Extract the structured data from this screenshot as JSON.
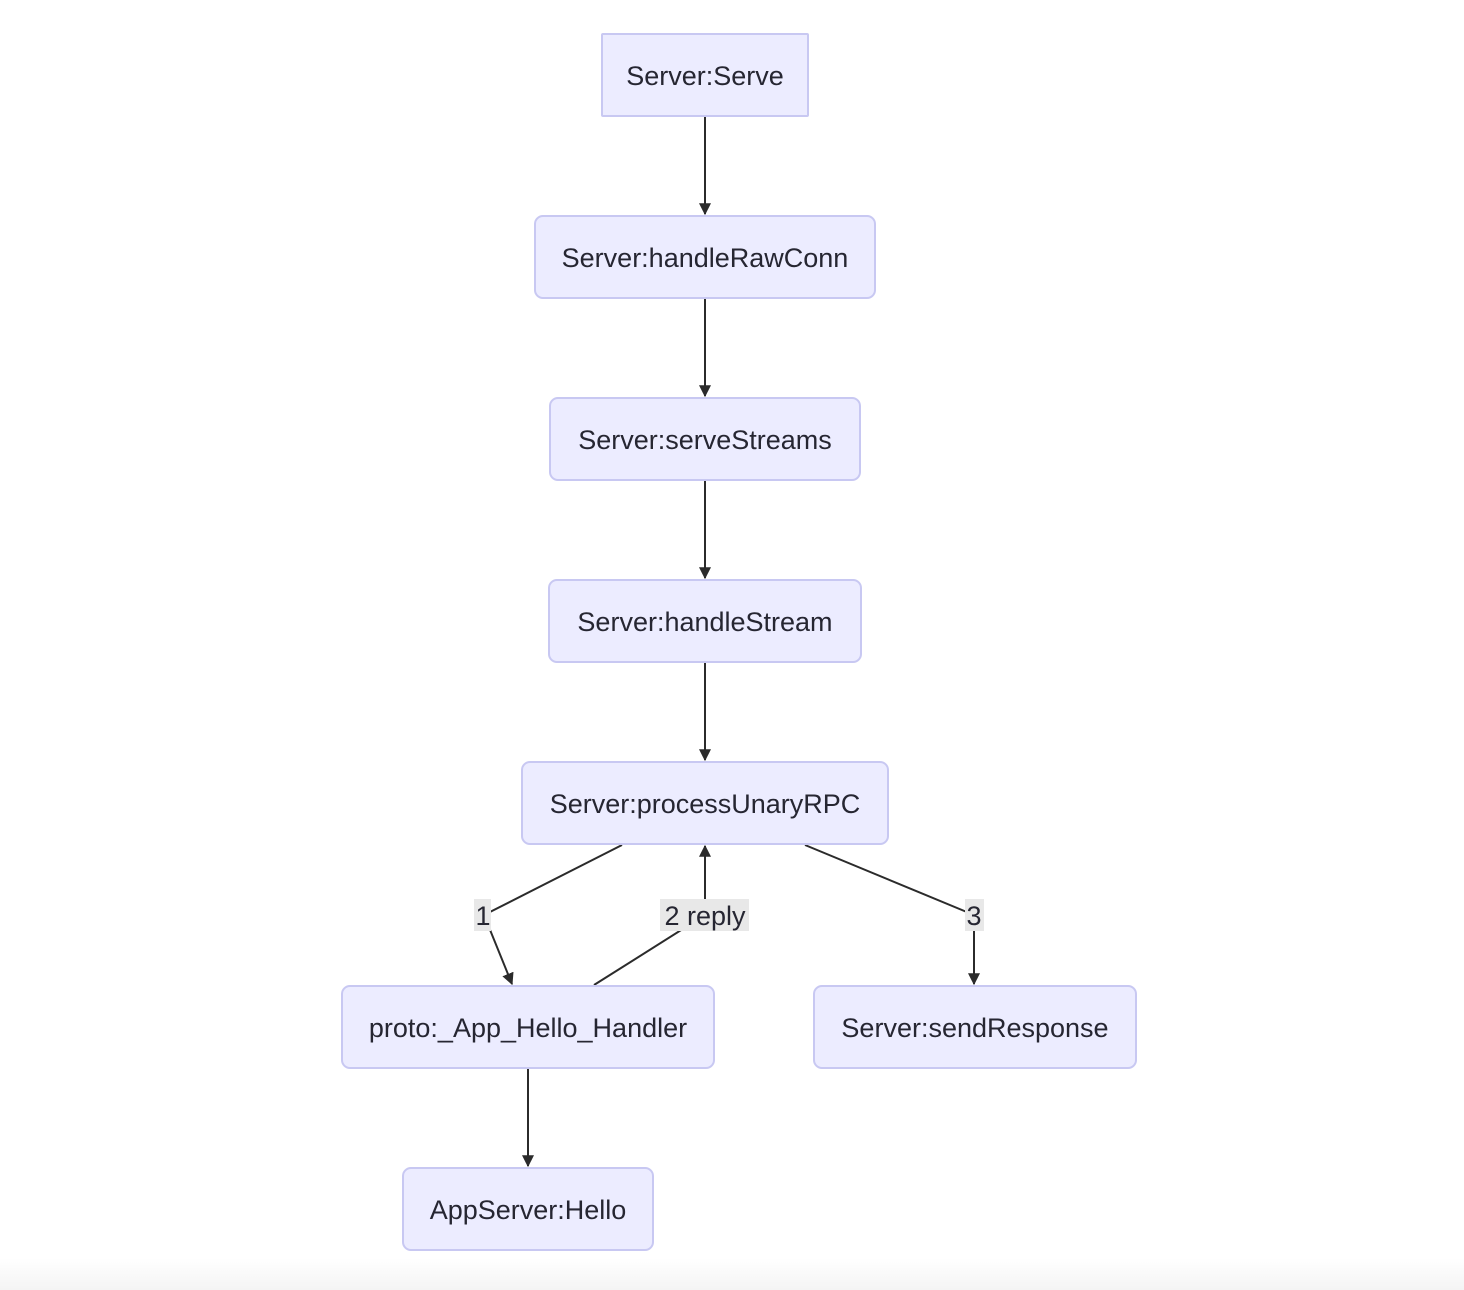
{
  "diagram": {
    "type": "flowchart",
    "colors": {
      "node_fill": "#ececff",
      "node_stroke": "#c8c8f2",
      "edge": "#2b2b2b",
      "label_bg": "#e8e8e8",
      "text": "#262632"
    },
    "nodes": {
      "serve": "Server:Serve",
      "handle_raw_conn": "Server:handleRawConn",
      "serve_streams": "Server:serveStreams",
      "handle_stream": "Server:handleStream",
      "process_unary_rpc": "Server:processUnaryRPC",
      "app_hello_handler": "proto:_App_Hello_Handler",
      "send_response": "Server:sendResponse",
      "app_server_hello": "AppServer:Hello"
    },
    "edges": [
      {
        "from": "Server:Serve",
        "to": "Server:handleRawConn",
        "label": ""
      },
      {
        "from": "Server:handleRawConn",
        "to": "Server:serveStreams",
        "label": ""
      },
      {
        "from": "Server:serveStreams",
        "to": "Server:handleStream",
        "label": ""
      },
      {
        "from": "Server:handleStream",
        "to": "Server:processUnaryRPC",
        "label": ""
      },
      {
        "from": "Server:processUnaryRPC",
        "to": "proto:_App_Hello_Handler",
        "label": "1"
      },
      {
        "from": "proto:_App_Hello_Handler",
        "to": "Server:processUnaryRPC",
        "label": "2 reply"
      },
      {
        "from": "Server:processUnaryRPC",
        "to": "Server:sendResponse",
        "label": "3"
      },
      {
        "from": "proto:_App_Hello_Handler",
        "to": "AppServer:Hello",
        "label": ""
      }
    ],
    "edge_labels": {
      "step1": "1",
      "step2": "2 reply",
      "step3": "3"
    }
  }
}
